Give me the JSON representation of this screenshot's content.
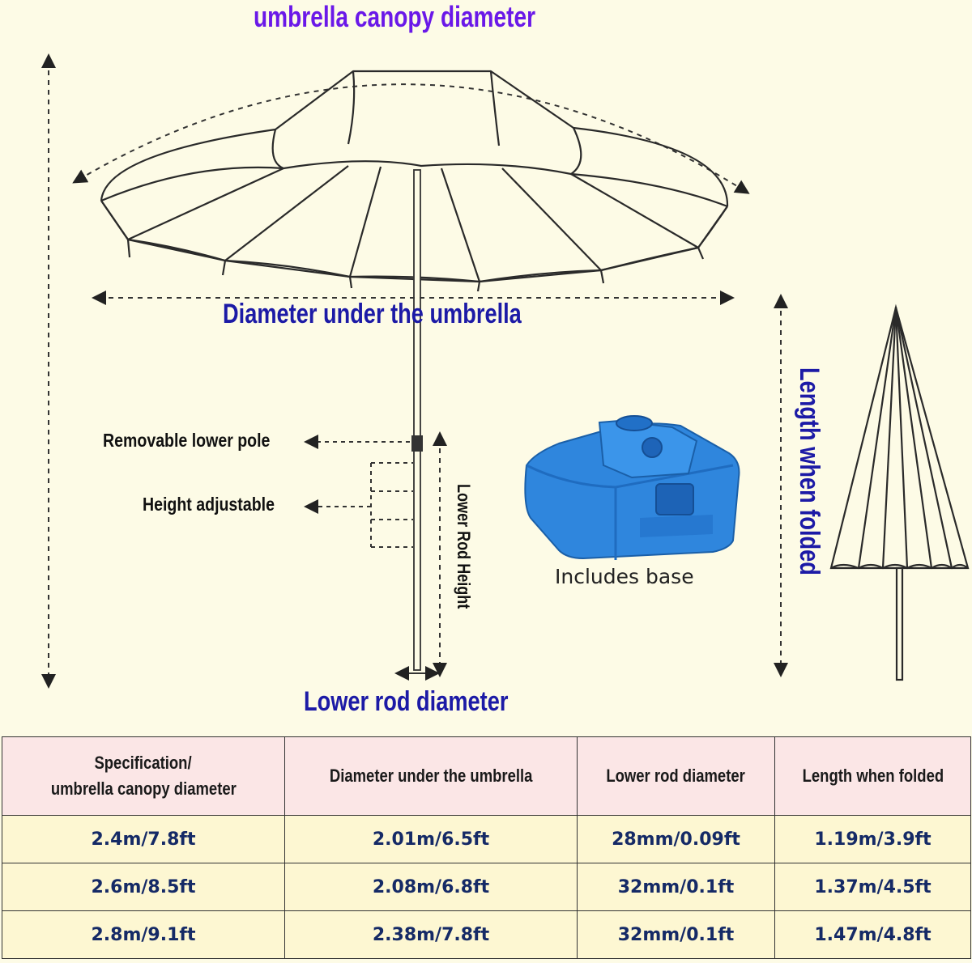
{
  "labels": {
    "canopy_diameter": "umbrella canopy diameter",
    "diameter_under": "Diameter under   the umbrella",
    "removable_lower_pole": "Removable lower pole",
    "height_adjustable": "Height adjustable",
    "lower_rod_height": "Lower Rod Height",
    "lower_rod_diameter": "Lower rod diameter",
    "includes_base": "Includes base",
    "length_when_folded": "Length when folded"
  },
  "colors": {
    "background": "#fdfbe6",
    "title_purple": "#6a18e8",
    "label_blue": "#1c1aa6",
    "base_blue": "#2f86dd",
    "header_row_bg": "#fbe6e6",
    "data_row_bg": "#fdf7d2"
  },
  "table": {
    "headers": [
      [
        "Specification/",
        "umbrella canopy diameter"
      ],
      [
        "Diameter under the umbrella"
      ],
      [
        "Lower rod diameter"
      ],
      [
        "Length when folded"
      ]
    ],
    "rows": [
      [
        "2.4m/7.8ft",
        "2.01m/6.5ft",
        "28mm/0.09ft",
        "1.19m/3.9ft"
      ],
      [
        "2.6m/8.5ft",
        "2.08m/6.8ft",
        "32mm/0.1ft",
        "1.37m/4.5ft"
      ],
      [
        "2.8m/9.1ft",
        "2.38m/7.8ft",
        "32mm/0.1ft",
        "1.47m/4.8ft"
      ]
    ]
  }
}
